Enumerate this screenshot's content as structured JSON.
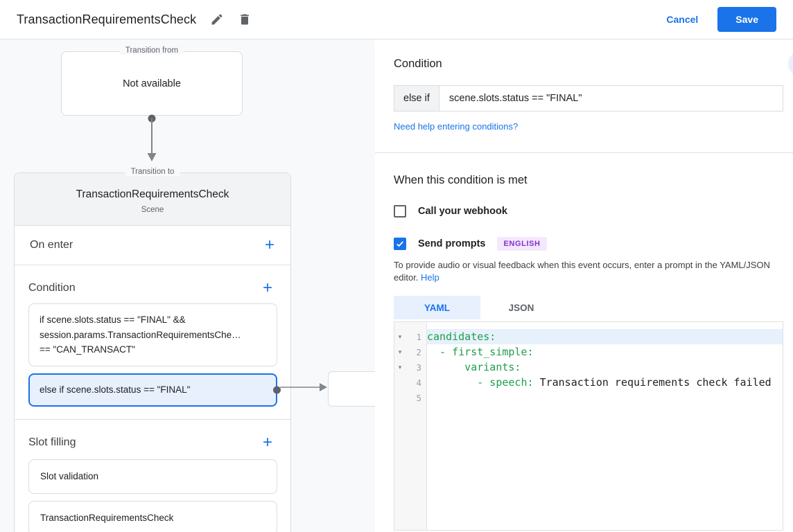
{
  "header": {
    "title": "TransactionRequirementsCheck",
    "cancel_label": "Cancel",
    "save_label": "Save"
  },
  "canvas": {
    "transition_from": {
      "legend": "Transition from",
      "content": "Not available"
    },
    "transition_to": {
      "legend": "Transition to",
      "title": "TransactionRequirementsCheck",
      "subtitle": "Scene",
      "on_enter_label": "On enter",
      "condition_label": "Condition",
      "condition_items": [
        {
          "lines": [
            "if scene.slots.status == \"FINAL\" &&",
            "session.params.TransactionRequirementsChe…",
            "== \"CAN_TRANSACT\""
          ],
          "selected": false
        },
        {
          "lines": [
            "else if scene.slots.status == \"FINAL\""
          ],
          "selected": true
        }
      ],
      "slot_filling_label": "Slot filling",
      "slot_items": [
        "Slot validation",
        "TransactionRequirementsCheck"
      ]
    }
  },
  "panel": {
    "title": "Condition",
    "condition_row": {
      "prefix": "else if",
      "value": "scene.slots.status == \"FINAL\""
    },
    "help_link": "Need help entering conditions?",
    "when_met": {
      "heading": "When this condition is met",
      "webhook": {
        "label": "Call your webhook",
        "checked": false
      },
      "prompts": {
        "label": "Send prompts",
        "checked": true,
        "badge": "ENGLISH"
      },
      "description": "To provide audio or visual feedback when this event occurs, enter a prompt in the YAML/JSON editor.",
      "description_link": "Help"
    },
    "tabs": [
      {
        "label": "YAML",
        "active": true
      },
      {
        "label": "JSON",
        "active": false
      }
    ],
    "editor": {
      "language": "yaml",
      "lines": [
        {
          "number": "1",
          "fold": true,
          "active": true,
          "key": "candidates:",
          "text": ""
        },
        {
          "number": "2",
          "fold": true,
          "active": false,
          "key": "  - first_simple:",
          "text": ""
        },
        {
          "number": "3",
          "fold": true,
          "active": false,
          "key": "      variants:",
          "text": ""
        },
        {
          "number": "4",
          "fold": false,
          "active": false,
          "key": "        - speech: ",
          "text": "Transaction requirements check failed"
        },
        {
          "number": "5",
          "fold": false,
          "active": false,
          "key": "",
          "text": ""
        }
      ]
    }
  },
  "colors": {
    "accent_blue": "#1a73e8",
    "selected_bg": "#e8f0fe",
    "badge_purple_text": "#8430ce",
    "badge_purple_bg": "#f3e8fd",
    "yaml_key_green": "#1e9e4a",
    "canvas_bg": "#f8f9fa",
    "border_gray": "#dadce0"
  }
}
